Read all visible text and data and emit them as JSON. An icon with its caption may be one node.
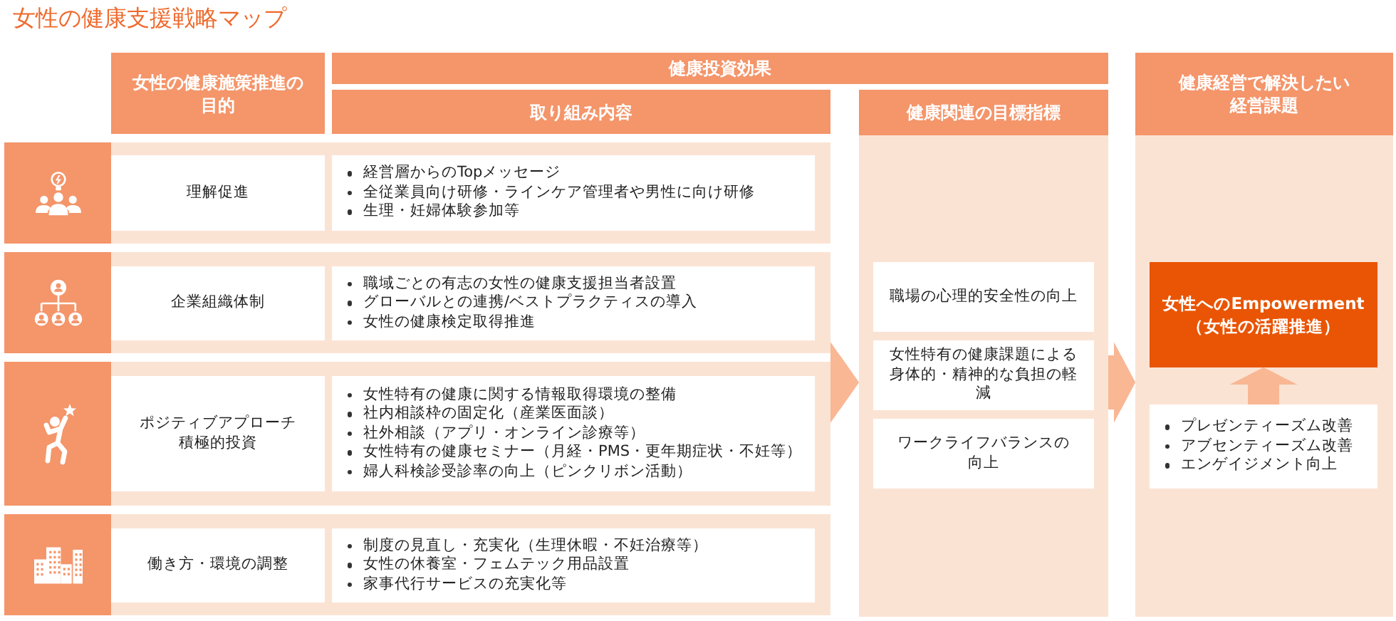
{
  "diagram": {
    "title": "女性の健康支援戦略マップ",
    "nodes": [
      {
        "text": [
          "女性の健康施策推進の目的"
        ]
      },
      {
        "text": [
          "健康投資効果"
        ]
      },
      {
        "text": [
          "取り組み内容"
        ]
      },
      {
        "text": [
          "健康関連の目標指標"
        ]
      },
      {
        "text": [
          "健康経営で解決したい経営課題"
        ]
      },
      {
        "text": [],
        "shape": "box"
      },
      {
        "text": [],
        "shape": "box"
      },
      {
        "text": [
          "理解促進"
        ],
        "in": 6
      },
      {
        "text": [
          "経営層からのTopメッセージ",
          "全従業員向け研修・ラインケア管理者や男性に向け研修",
          "生理・妊婦体験参加等"
        ],
        "in": 6
      },
      {
        "text": [],
        "shape": "box"
      },
      {
        "text": [],
        "shape": "box"
      },
      {
        "text": [
          "企業組織体制"
        ],
        "in": 10
      },
      {
        "text": [
          "職域ごとの有志の女性の健康支援担当者設置",
          "グローバルとの連携/ベストプラクティスの導入",
          "女性の健康検定取得推進"
        ],
        "in": 10
      },
      {
        "text": [],
        "shape": "box"
      },
      {
        "text": [],
        "shape": "box"
      },
      {
        "text": [
          "ポジティブアプローチ",
          "積極的投資"
        ],
        "in": 14
      },
      {
        "text": [
          "女性特有の健康に関する情報取得環境の整備",
          "社内相談枠の固定化（産業医面談）",
          "社外相談（アプリ・オンライン診療等）",
          "女性特有の健康セミナー（月経・PMS・更年期症状・不妊等）",
          "婦人科検診受診率の向上（ピンクリボン活動）"
        ],
        "in": 14
      },
      {
        "text": [],
        "shape": "box"
      },
      {
        "text": [],
        "shape": "box"
      },
      {
        "text": [
          "働き方・環境の調整"
        ],
        "in": 18
      },
      {
        "text": [
          "制度の見直し・充実化（生理休暇・不妊治療等）",
          "女性の休養室・フェムテック用品設置",
          "家事代行サービスの充実化等"
        ],
        "in": 18
      },
      {
        "text": [
          "職場の心理的安全性の向上"
        ],
        "in": 3
      },
      {
        "text": [
          "女性特有の健康課題による身体的・精神的な負担の軽減"
        ],
        "in": 3
      },
      {
        "text": [
          "ワークライフバランスの向上"
        ],
        "in": 3
      },
      {
        "text": [
          "女性へのEmpowerment",
          "（女性の活躍推進）"
        ],
        "in": 4
      },
      {
        "text": [
          "プレゼンティーズム改善",
          "アブセンティーズム改善",
          "エンゲイジメント向上"
        ],
        "in": 4
      }
    ],
    "edges": [
      {
        "from": 14,
        "to": 3,
        "arrow": "to"
      },
      {
        "from": 3,
        "to": 4,
        "arrow": "to"
      },
      {
        "from": 25,
        "to": 24,
        "arrow": "to"
      }
    ]
  }
}
